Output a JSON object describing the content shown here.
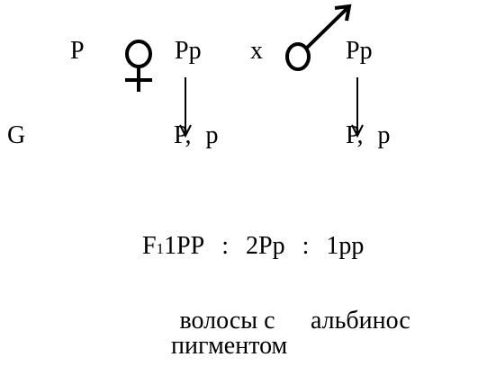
{
  "parents_row": {
    "generation_label": "P",
    "female_genotype": "Pp",
    "cross_sign": "x",
    "male_genotype": "Pp"
  },
  "gametes_row": {
    "generation_label": "G",
    "female_gametes": "P, p",
    "male_gametes": "P, p"
  },
  "offspring_row": {
    "generation_label": "F",
    "generation_subscript": "1",
    "ratio_1": "1PP",
    "separator_1": ":",
    "ratio_2": "2Pp",
    "separator_2": ":",
    "ratio_3": "1pp"
  },
  "phenotypes": {
    "pigmented": "волосы с пигментом",
    "albino": "альбинос"
  },
  "icons": [
    "female-symbol-icon",
    "male-symbol-icon",
    "down-arrow-icon"
  ],
  "colors": {
    "ink": "#000000",
    "background": "#ffffff"
  }
}
